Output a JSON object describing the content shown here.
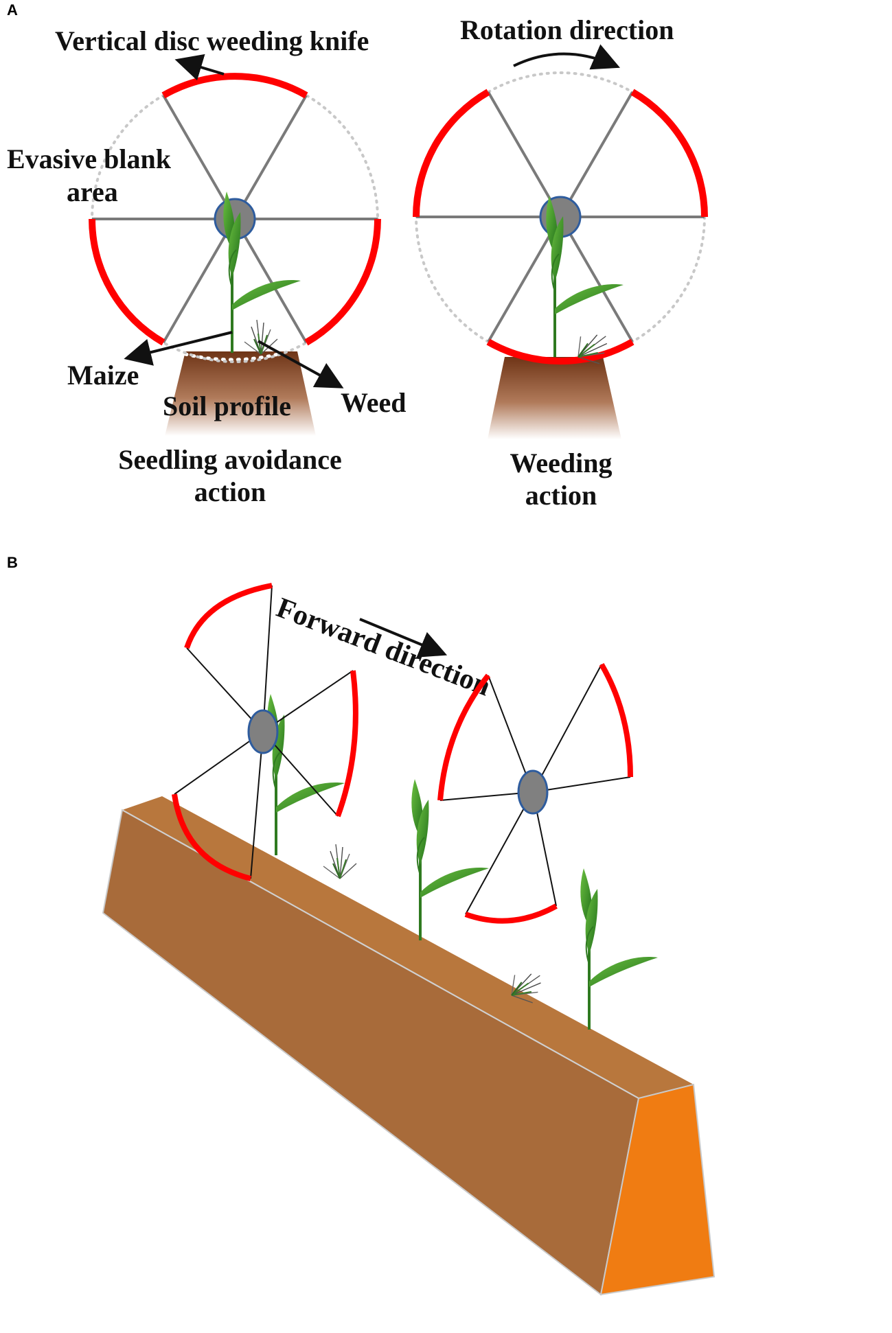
{
  "panel_a": {
    "letter": "A",
    "labels": {
      "knife": "Vertical disc weeding knife",
      "rotation": "Rotation direction",
      "evasive_line1": "Evasive blank",
      "evasive_line2": "area",
      "maize": "Maize",
      "soil_profile": "Soil profile",
      "weed": "Weed",
      "avoid_line1": "Seedling avoidance",
      "avoid_line2": "action",
      "weeding_line1": "Weeding",
      "weeding_line2": "action"
    }
  },
  "panel_b": {
    "letter": "B",
    "labels": {
      "forward": "Forward direction"
    }
  },
  "colors": {
    "blade": "#ff0000",
    "hub": "#808080",
    "hub_edge": "#2e5c9e",
    "spoke": "#7a7a7a",
    "soil_top": "#7a3b1a",
    "ridge_top": "#b8773d",
    "ridge_side": "#a86b3a",
    "ridge_end": "#f07c12",
    "leaf": "#3f9e2a"
  }
}
